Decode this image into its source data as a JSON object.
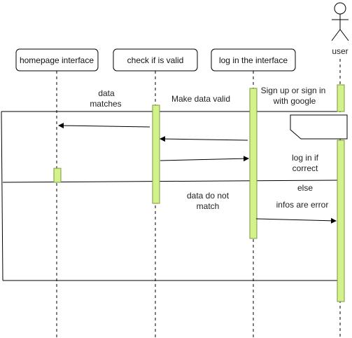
{
  "lifelines": {
    "homepage": "homepage interface",
    "check": "check if is valid",
    "login": "log in the interface",
    "user": "user"
  },
  "messages": {
    "data_matches_1": "data",
    "data_matches_2": "matches",
    "make_valid": "Make data valid",
    "signup_1": "Sign up or sign in",
    "signup_2": "with google",
    "login_if_1": "log in if",
    "login_if_2": "correct",
    "else": "else",
    "no_match_1": "data do not",
    "no_match_2": "match",
    "infos_error": "infos are error"
  },
  "colors": {
    "activation_fill": "#d4f28c",
    "activation_stroke": "#7a9a3a",
    "line": "#000000"
  }
}
